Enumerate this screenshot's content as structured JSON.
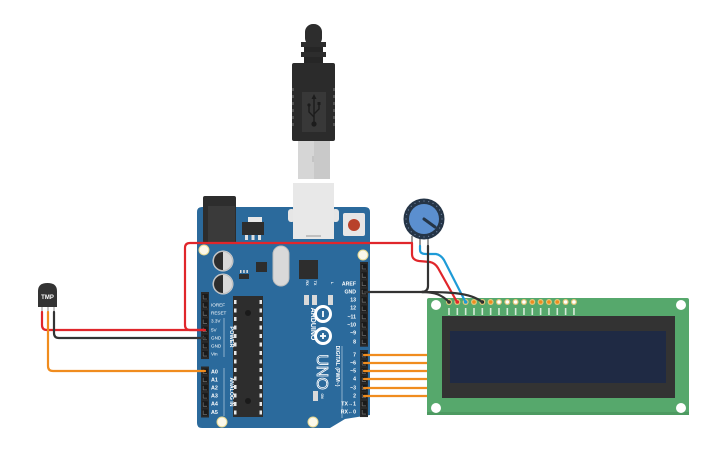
{
  "workspace": {
    "temperature_sensor": {
      "label": "TMP"
    },
    "arduino": {
      "brand": "ARDUINO",
      "model": "UNO",
      "power_header_title": "POWER",
      "power_pins": [
        "IOREF",
        "RESET",
        "3.3V",
        "5V",
        "GND",
        "GND",
        "Vin"
      ],
      "analog_header_title": "ANALOG IN",
      "analog_pins": [
        "A0",
        "A1",
        "A2",
        "A3",
        "A4",
        "A5"
      ],
      "digital_header_title": "DIGITAL (PWM~)",
      "digital_pins_upper": [
        "AREF",
        "GND",
        "13",
        "12",
        "~11",
        "~10",
        "~9",
        "8"
      ],
      "digital_pins_lower": [
        "7",
        "~6",
        "~5",
        "4",
        "~3",
        "2",
        "TX→1",
        "RX←0"
      ],
      "led_labels": {
        "rx": "RX",
        "tx": "TX",
        "l": "L",
        "on": "ON"
      }
    },
    "lcd": {
      "pin_colors": [
        "#222222",
        "#e0262b",
        "#1e9bd7",
        "#f08c1e",
        "#222222",
        "#f08c1e",
        "#ffffff",
        "#ffffff",
        "#ffffff",
        "#ffffff",
        "#f08c1e",
        "#f08c1e",
        "#f08c1e",
        "#f08c1e",
        "#ffffff",
        "#ffffff"
      ]
    }
  },
  "colors": {
    "background": "#ffffff",
    "arduino_board": "#2b6a9c",
    "lcd_board": "#56a86c",
    "lcd_bezel": "#333333",
    "lcd_screen": "#1f2a44",
    "wire_red": "#e0262b",
    "wire_black": "#333333",
    "wire_orange": "#f08c1e",
    "wire_blue": "#1e9bd7",
    "potentiometer_knob": "#5b8fcf",
    "potentiometer_ring": "#253547"
  }
}
